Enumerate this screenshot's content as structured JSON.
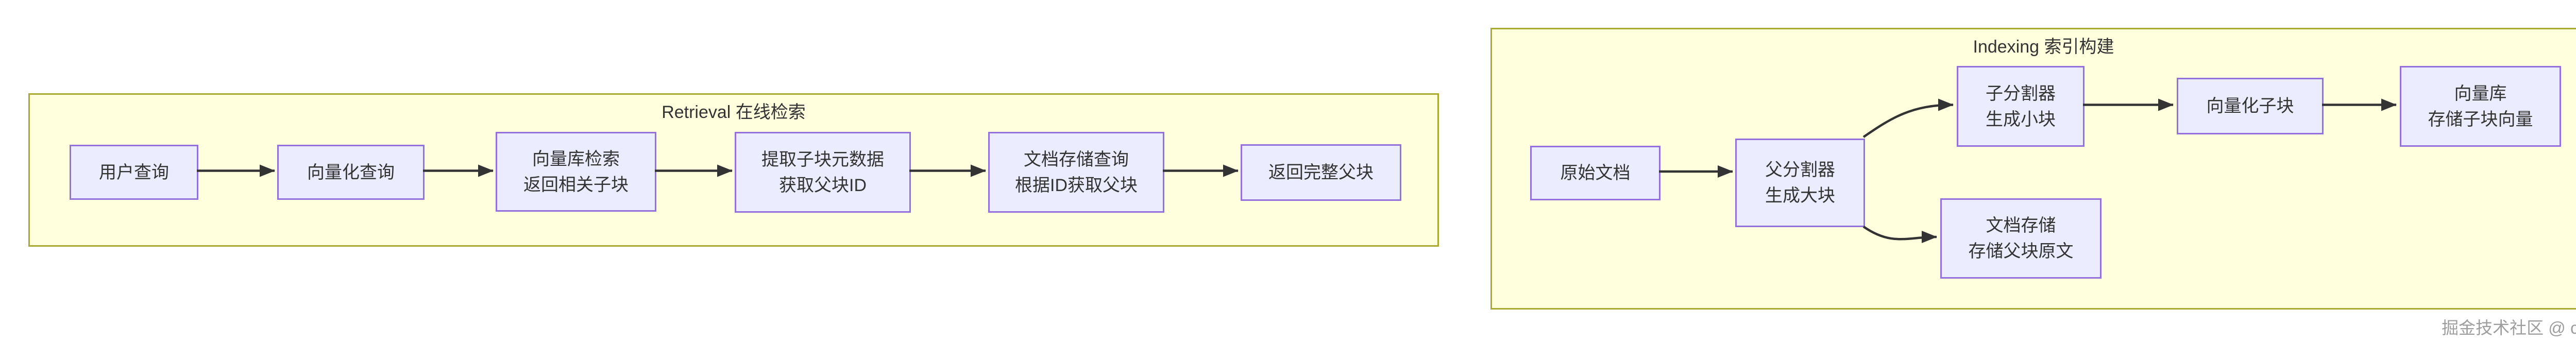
{
  "diagram": {
    "clusters": [
      {
        "id": "retrieval",
        "title": "Retrieval 在线检索",
        "nodes": [
          {
            "id": "user-query",
            "lines": [
              "用户查询"
            ]
          },
          {
            "id": "vectorize-query",
            "lines": [
              "向量化查询"
            ]
          },
          {
            "id": "vector-search",
            "lines": [
              "向量库检索",
              "返回相关子块"
            ]
          },
          {
            "id": "extract-metadata",
            "lines": [
              "提取子块元数据",
              "获取父块ID"
            ]
          },
          {
            "id": "docstore-query",
            "lines": [
              "文档存储查询",
              "根据ID获取父块"
            ]
          },
          {
            "id": "return-parent",
            "lines": [
              "返回完整父块"
            ]
          }
        ]
      },
      {
        "id": "indexing",
        "title": "Indexing 索引构建",
        "nodes": [
          {
            "id": "raw-document",
            "lines": [
              "原始文档"
            ]
          },
          {
            "id": "parent-splitter",
            "lines": [
              "父分割器",
              "生成大块"
            ]
          },
          {
            "id": "child-splitter",
            "lines": [
              "子分割器",
              "生成小块"
            ]
          },
          {
            "id": "vectorize-chunks",
            "lines": [
              "向量化子块"
            ]
          },
          {
            "id": "vector-store",
            "lines": [
              "向量库",
              "存储子块向量"
            ]
          },
          {
            "id": "doc-store",
            "lines": [
              "文档存储",
              "存储父块原文"
            ]
          }
        ]
      }
    ],
    "watermark": "掘金技术社区 @ chaors"
  },
  "colors": {
    "node_fill": "#ECECFF",
    "node_border": "#9370DB",
    "cluster_fill": "#FFFFDE",
    "cluster_border": "#AAAA33",
    "edge": "#333333",
    "text": "#333333",
    "watermark": "#9e9e9e",
    "bg": "#ffffff"
  }
}
